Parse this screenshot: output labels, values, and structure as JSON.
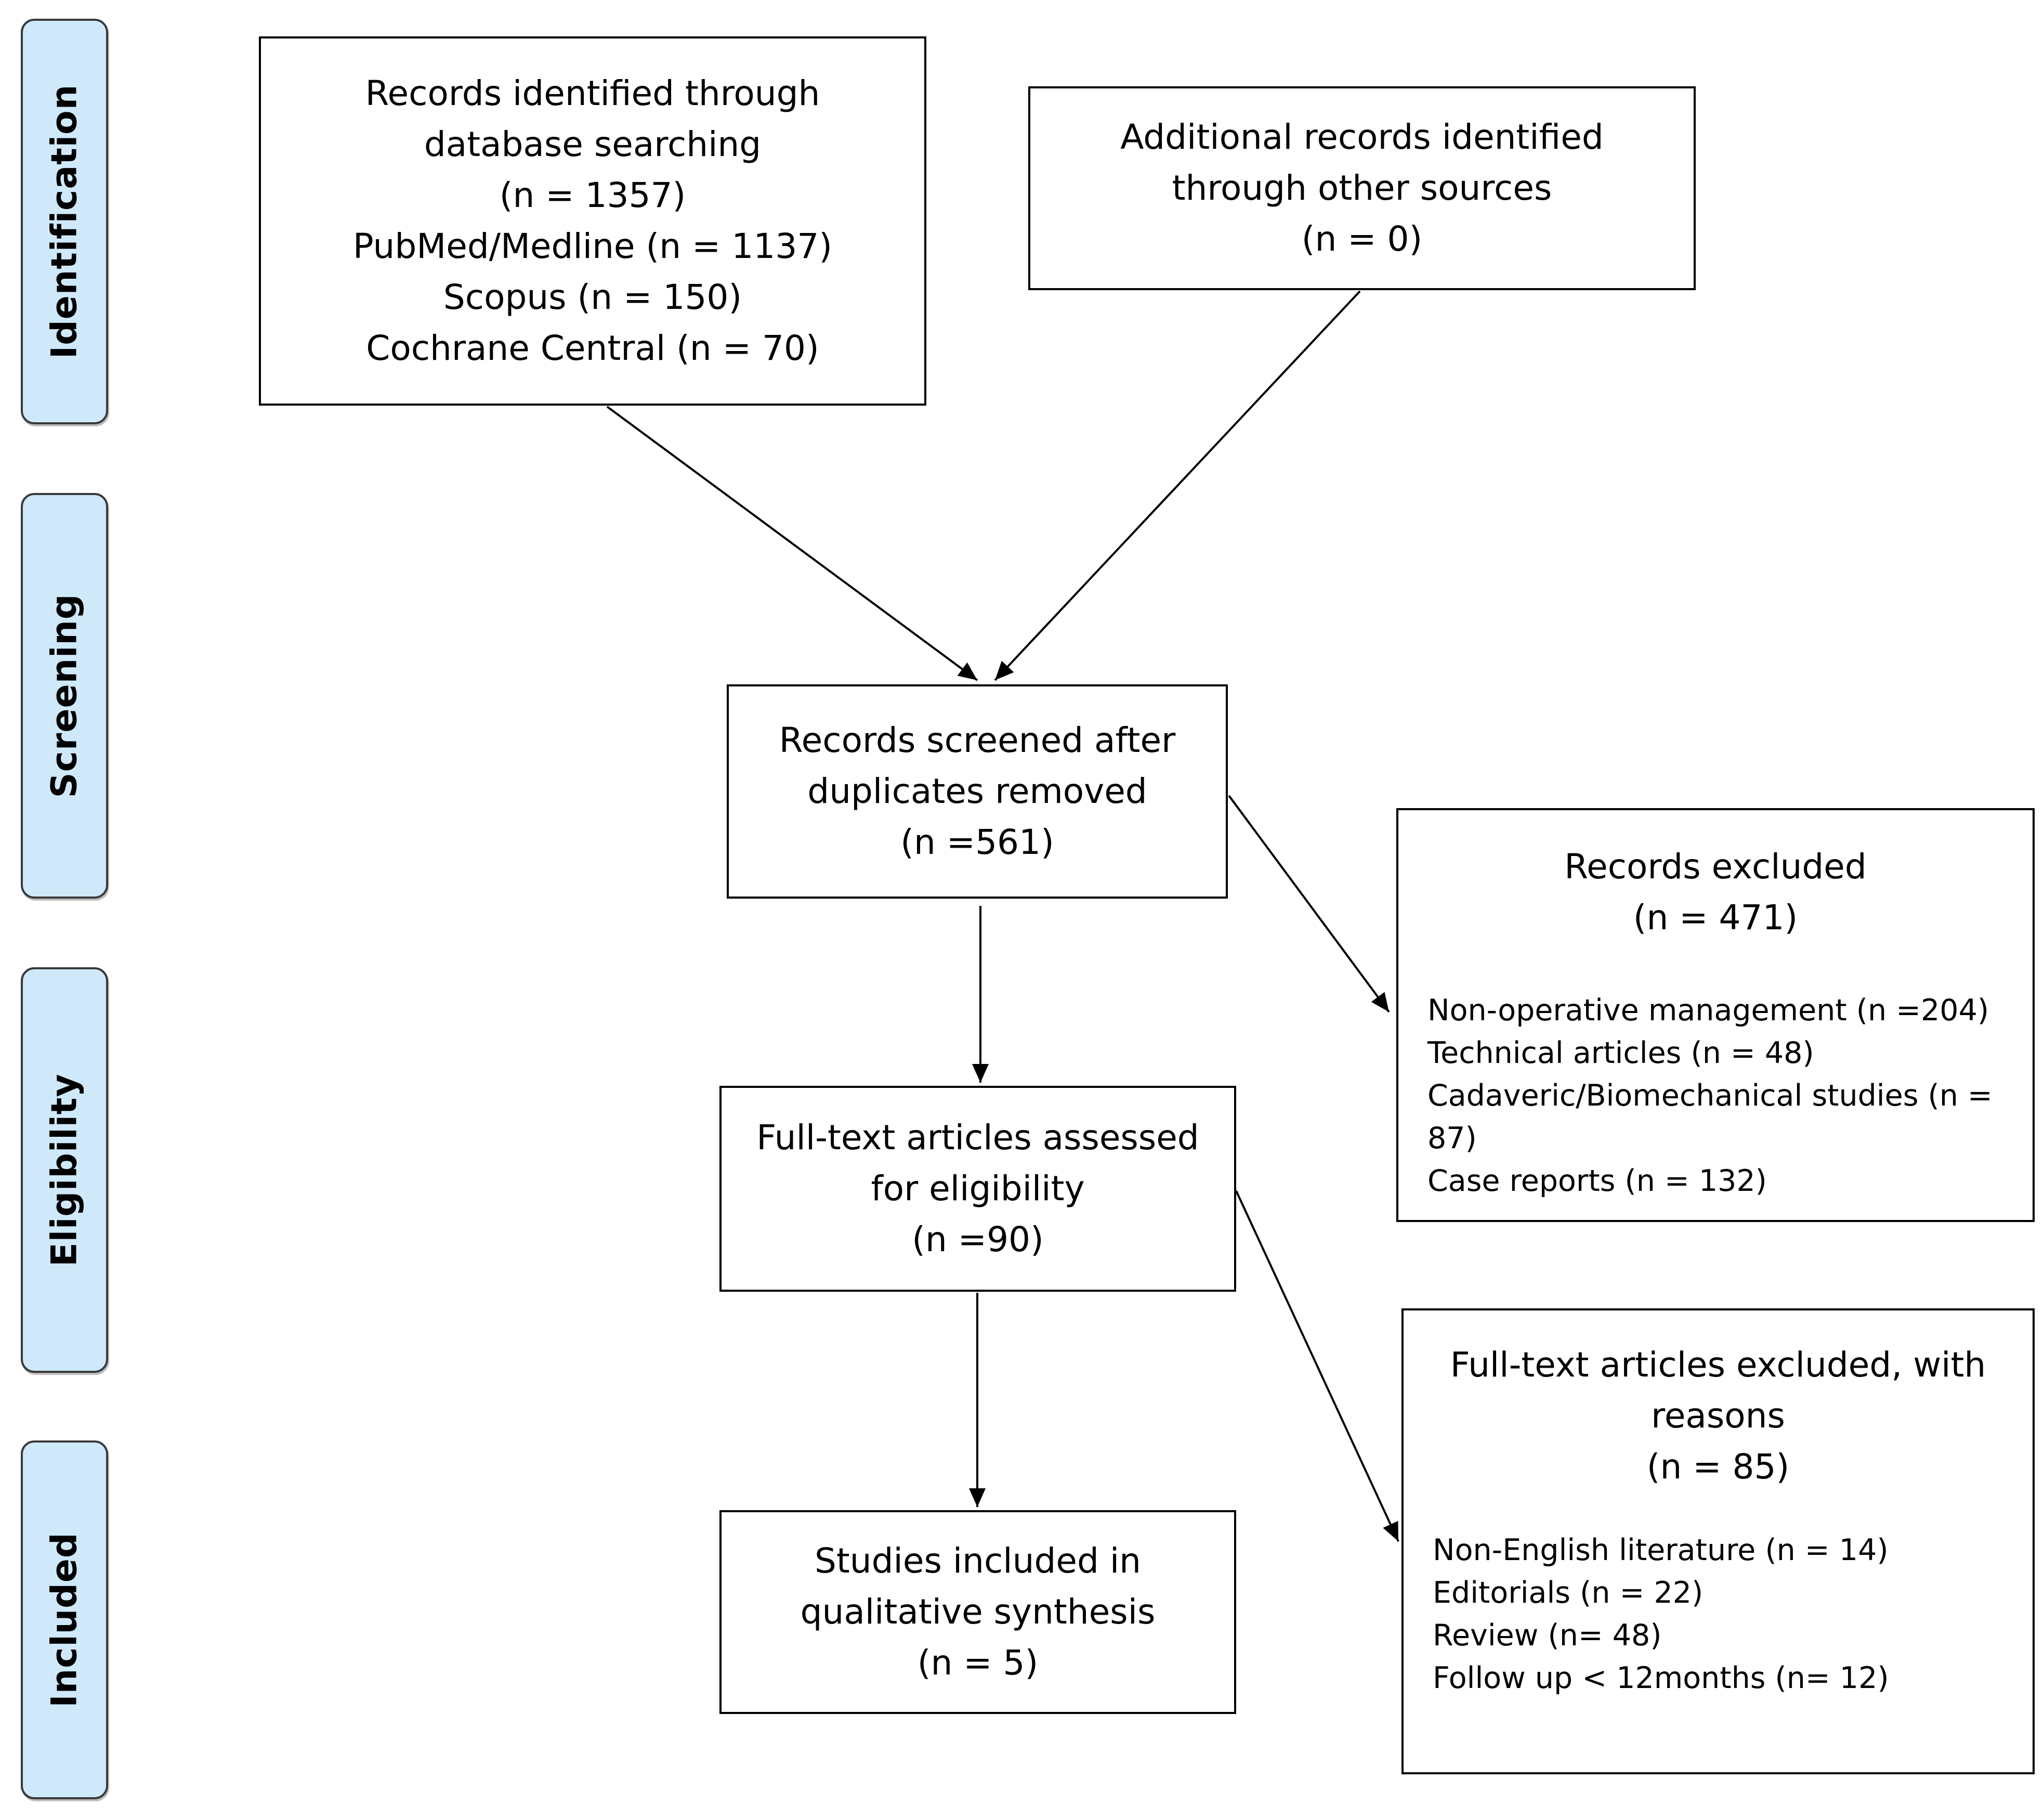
{
  "phases": {
    "identification": "Identification",
    "screening": "Screening",
    "eligibility": "Eligibility",
    "included": "Included"
  },
  "database_search": {
    "line1": "Records identified through",
    "line2": "database searching",
    "line3": "(n = 1357)",
    "sources": [
      "PubMed/Medline (n = 1137)",
      "Scopus (n = 150)",
      "Cochrane Central (n = 70)"
    ]
  },
  "other_sources": {
    "line1": "Additional records identified",
    "line2": "through other sources",
    "line3": "(n = 0)"
  },
  "screened": {
    "line1": "Records screened after",
    "line2": "duplicates removed",
    "line3": "(n =561)"
  },
  "records_excluded": {
    "title": "Records excluded",
    "count": "(n = 471)",
    "reasons": [
      "Non-operative management (n =204)",
      "Technical articles (n = 48)",
      "Cadaveric/Biomechanical studies (n = 87)",
      "Case reports (n = 132)"
    ]
  },
  "full_text": {
    "line1": "Full-text articles assessed",
    "line2": "for eligibility",
    "line3": "(n =90)"
  },
  "full_text_excluded": {
    "line1": "Full-text articles excluded, with",
    "line2": "reasons",
    "count": "(n = 85)",
    "reasons": [
      "Non-English literature (n = 14)",
      "Editorials (n = 22)",
      "Review (n= 48)",
      "Follow up < 12months (n= 12)"
    ]
  },
  "included": {
    "line1": "Studies included in",
    "line2": "qualitative synthesis",
    "line3": "(n = 5)"
  },
  "colors": {
    "phase_fill": "#cfe9fb",
    "border": "#000000"
  }
}
